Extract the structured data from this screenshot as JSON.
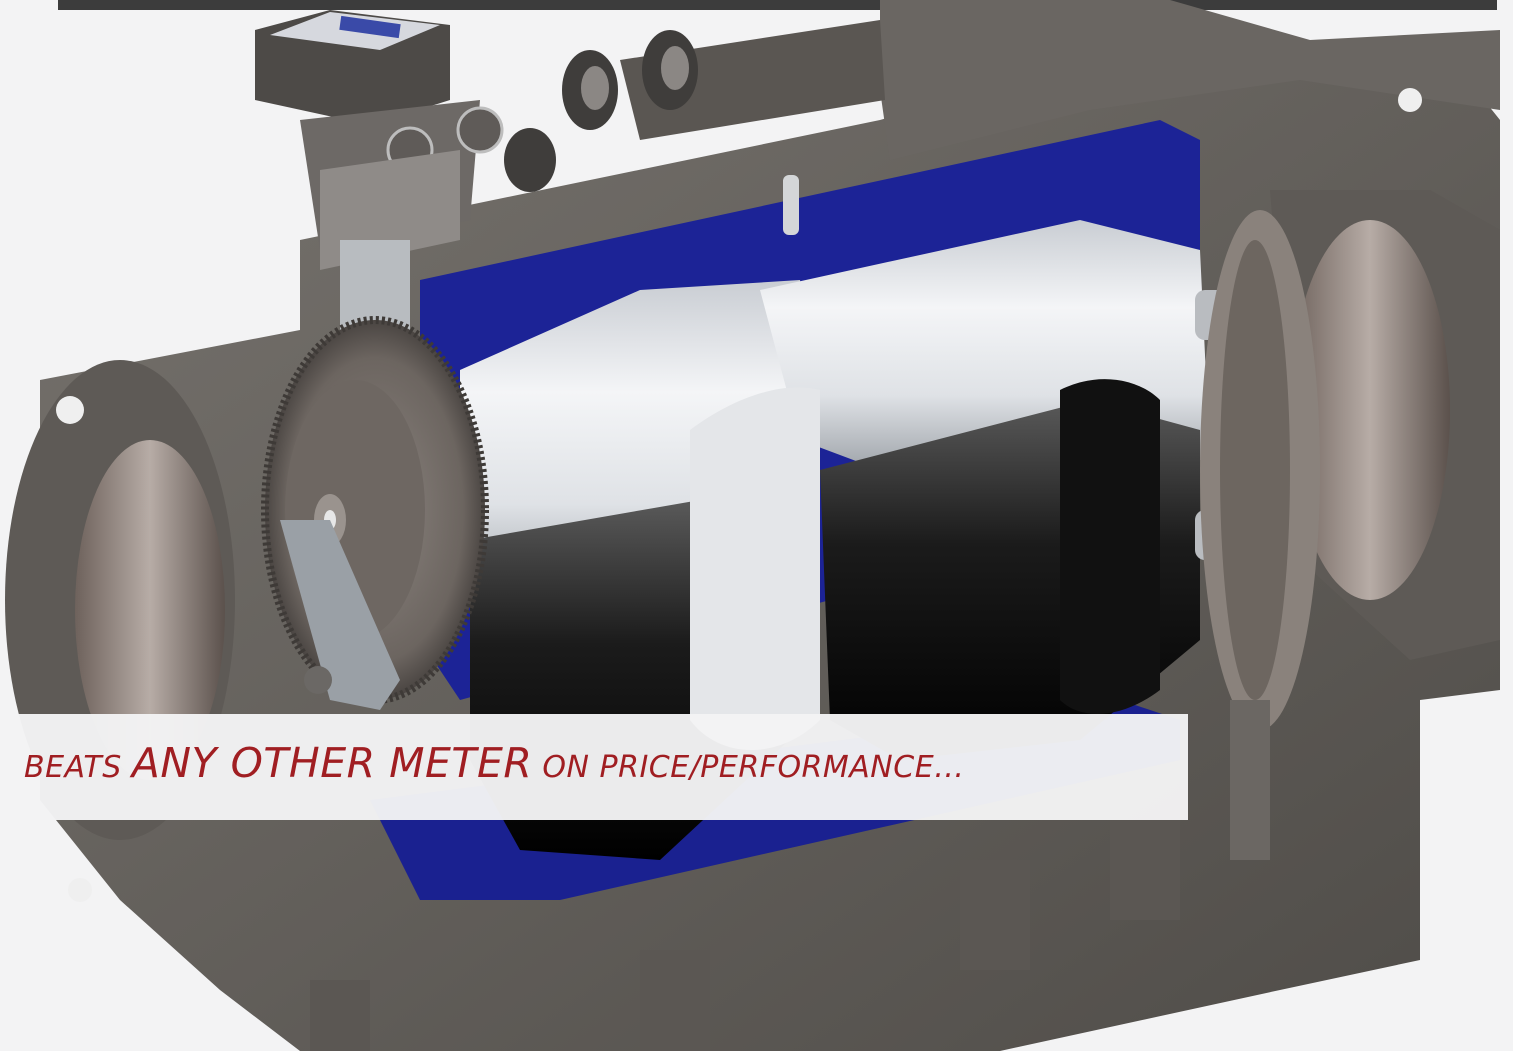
{
  "banner": {
    "tagline_part1": "BEATS ",
    "tagline_part2": "ANY OTHER METER",
    "tagline_part3": " ON PRICE/PERFORMANCE…"
  },
  "colors": {
    "tagline": "#a01e22",
    "background": "#f3f3f4",
    "housing": "#5f5c58",
    "liner": "#1c2396",
    "rotor_light": "#e9ebee",
    "rotor_dark": "#0d0d0d"
  },
  "icons": {
    "illustration": "screw-flow-meter-cutaway"
  }
}
